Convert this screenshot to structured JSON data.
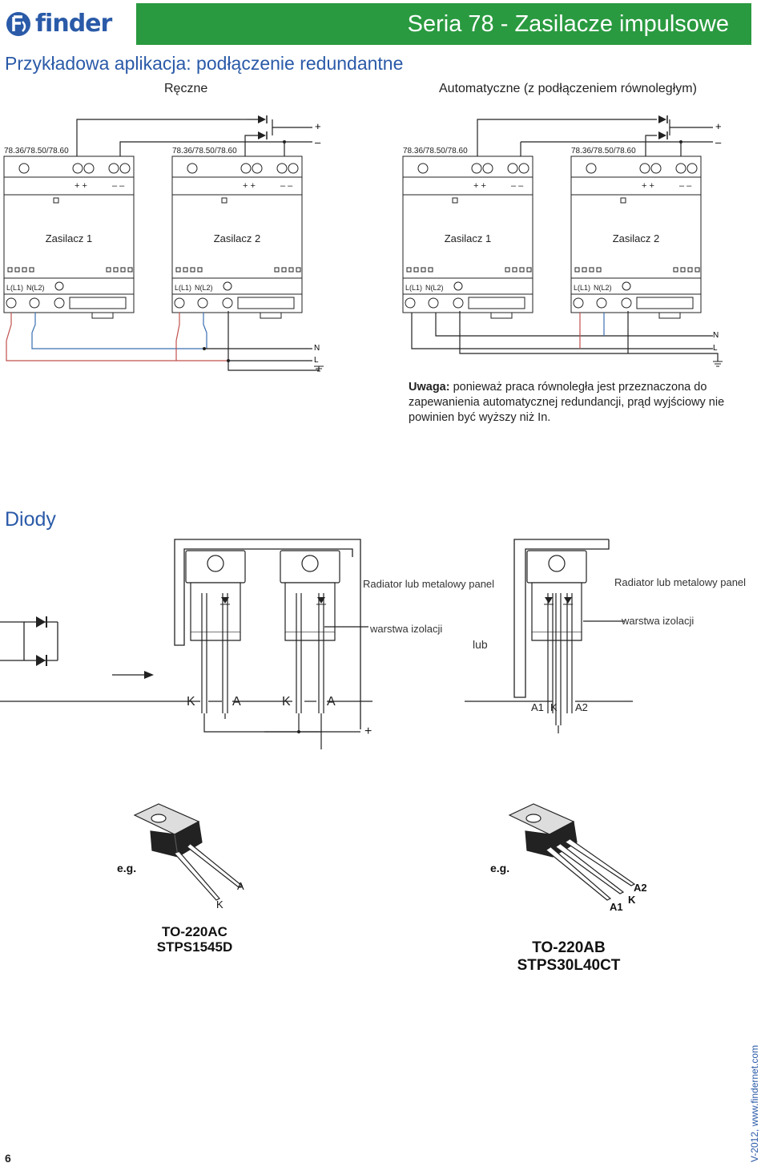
{
  "brand": {
    "name": "finder"
  },
  "header": {
    "series": "Seria 78 - Zasilacze impulsowe"
  },
  "section1": {
    "title": "Przykładowa aplikacja: podłączenie redundantne",
    "left_label": "Ręczne",
    "right_label": "Automatyczne (z podłączeniem równoległym)"
  },
  "modules": [
    {
      "model": "78.36/78.50/78.60",
      "name": "Zasilacz 1"
    },
    {
      "model": "78.36/78.50/78.60",
      "name": "Zasilacz 2"
    },
    {
      "model": "78.36/78.50/78.60",
      "name": "Zasilacz 1"
    },
    {
      "model": "78.36/78.50/78.60",
      "name": "Zasilacz 2"
    }
  ],
  "terminals": {
    "plus": "+ +",
    "minus": "– –",
    "l": "L(L1)",
    "n": "N(L2)"
  },
  "rails": {
    "plus": "+",
    "minus": "–",
    "n": "N",
    "l": "L"
  },
  "note": {
    "bold": "Uwaga:",
    "text": " ponieważ praca równoległa jest przeznaczona do zapewanienia automatycznej redundancji, prąd wyjściowy nie powinien być wyższy niż In."
  },
  "section2": {
    "title": "Diody",
    "radiator_label": "Radiator lub metalowy panel",
    "insulation_label": "warstwa izolacji",
    "or_label": "lub",
    "pins_left": [
      "K",
      "A",
      "K",
      "A"
    ],
    "pins_right": [
      "A1",
      "K",
      "A2"
    ],
    "plus": "+"
  },
  "packages": [
    {
      "eg": "e.g.",
      "pins": [
        "A",
        "K"
      ],
      "type": "TO-220AC",
      "part": "STPS1545D"
    },
    {
      "eg": "e.g.",
      "pins": [
        "A2",
        "K",
        "A1"
      ],
      "type": "TO-220AB",
      "part": "STPS30L40CT"
    }
  ],
  "footer": {
    "page": "6",
    "version": "V-2012, www.findernet.com"
  },
  "colors": {
    "brand_blue": "#2a5aa8",
    "header_green": "#2a9a40",
    "wire_red": "#c0504d",
    "wire_blue": "#3a6fb0"
  }
}
